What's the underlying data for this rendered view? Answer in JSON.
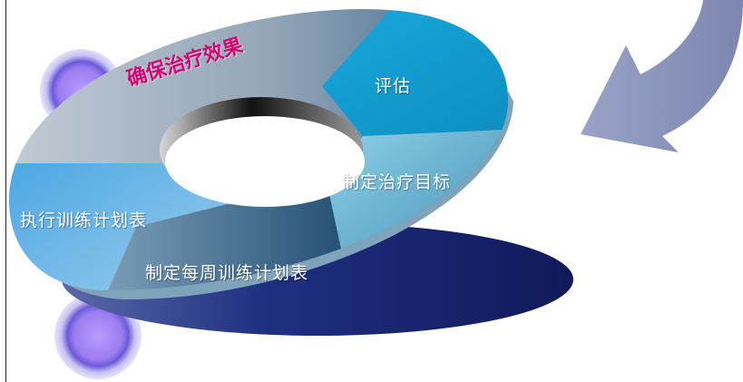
{
  "title": "确保治疗效果",
  "segments": {
    "assess": "评估",
    "set_goals": "制定治疗目标",
    "weekly_plan": "制定每周训练计划表",
    "execute_plan": "执行训练计划表"
  },
  "colors": {
    "title": "#d6006f",
    "assess_segment": "#0f9fd0",
    "goals_segment": "#6fbfdc",
    "weekly_segment": "#3f6f92",
    "execute_segment": "#5fb0e0",
    "shadow_ellipse": "#1a2a7a",
    "arrow": "#8e97bc",
    "bubble": "#a98cf2"
  },
  "icons": [
    "cycle-arrow-icon",
    "decorative-bubble-icon"
  ]
}
